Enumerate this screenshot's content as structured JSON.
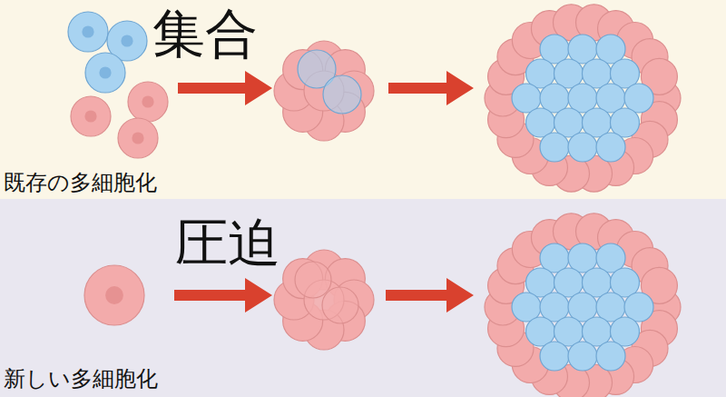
{
  "diagram": {
    "labels": [
      "集合",
      "既存の多細胞化",
      "圧迫",
      "新しい多細胞化"
    ]
  }
}
